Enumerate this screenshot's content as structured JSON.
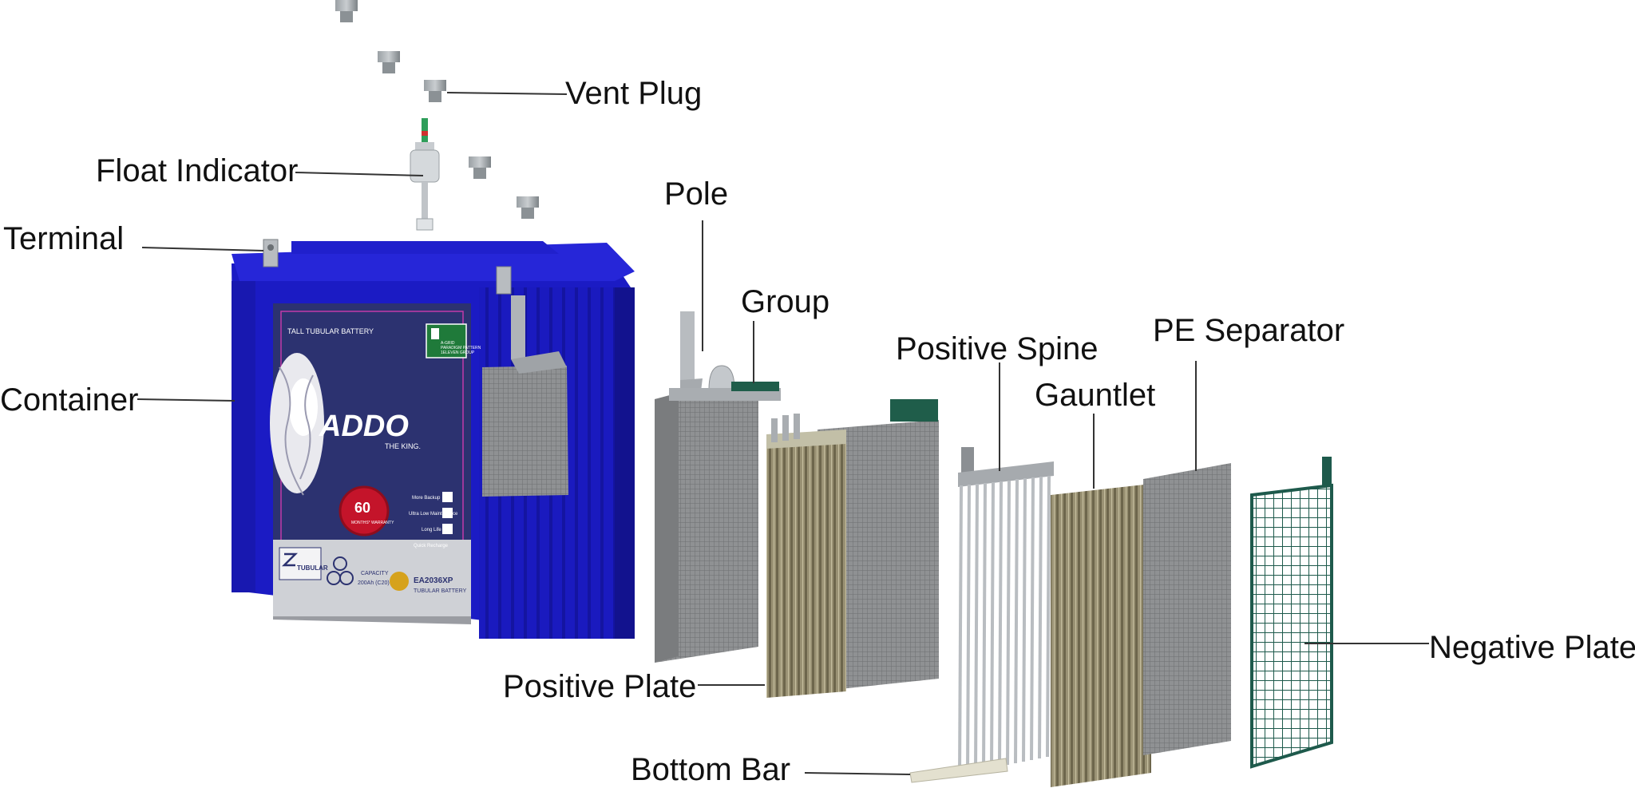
{
  "labels": {
    "vent_plug": "Vent Plug",
    "float_indicator": "Float Indicator",
    "terminal": "Terminal",
    "container": "Container",
    "pole": "Pole",
    "group": "Group",
    "positive_spine": "Positive Spine",
    "pe_separator": "PE Separator",
    "gauntlet": "Gauntlet",
    "negative_plate": "Negative Plate",
    "positive_plate": "Positive Plate",
    "bottom_bar": "Bottom Bar"
  },
  "battery_label": {
    "type": "TALL TUBULAR BATTERY",
    "brand": "ADDO",
    "tagline": "THE KING.",
    "warranty_number": "60",
    "warranty_text": "MONTHS* WARRANTY",
    "features": [
      "More Backup",
      "Ultra Low Maintenance",
      "Long Life",
      "Quick Recharge"
    ],
    "badge_line1": "A-GRID",
    "badge_line2": "PARADIGM PATTERN",
    "badge_line3": "1ELEVEN GROUP",
    "tubular_text": "TUBULAR",
    "capacity_label": "CAPACITY",
    "capacity_value": "200Ah (C20)",
    "model": "EA2036XP",
    "model_sub": "TUBULAR BATTERY"
  },
  "colors": {
    "container_blue": "#1c1cc8",
    "label_navy": "#2c3270",
    "plate_grey": "#8a8c8e",
    "gauntlet_olive": "#8b8466",
    "negative_grid_green": "#1e5a4c",
    "leader_line": "#333333"
  }
}
